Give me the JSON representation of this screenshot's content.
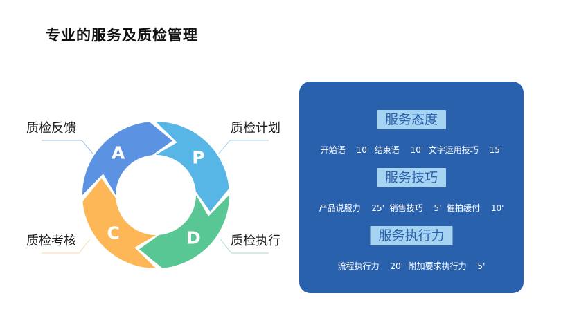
{
  "title": "专业的服务及质检管理",
  "cycle": {
    "segments": [
      {
        "letter": "A",
        "label": "质检反馈",
        "color": "#5b93e2"
      },
      {
        "letter": "P",
        "label": "质检计划",
        "color": "#57b6e6"
      },
      {
        "letter": "D",
        "label": "质检执行",
        "color": "#58c793"
      },
      {
        "letter": "C",
        "label": "质检考核",
        "color": "#fdb756"
      }
    ]
  },
  "panel": {
    "sections": [
      {
        "heading": "服务态度",
        "items": "开始语　 10'  结束语　 10'  文字运用技巧　 15'"
      },
      {
        "heading": "服务技巧",
        "items": "产品说服力　 25'  销售技巧　 5'  催拍缓付　 10'"
      },
      {
        "heading": "服务执行力",
        "items": "流程执行力　 20'  附加要求执行力　 5'"
      }
    ]
  }
}
